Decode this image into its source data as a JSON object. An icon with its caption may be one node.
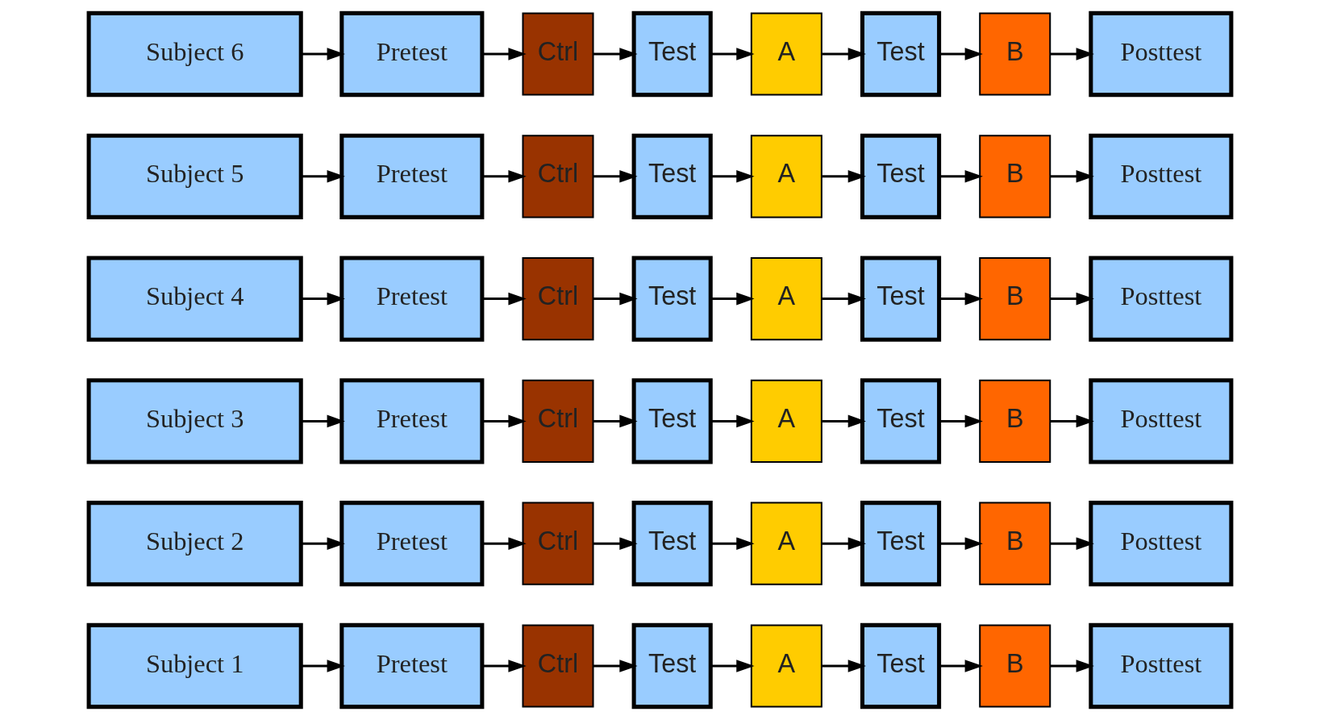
{
  "diagram": {
    "nodes": [
      {
        "text": [
          "Subject 1"
        ]
      },
      {
        "text": [
          "Pretest"
        ]
      },
      {
        "text": [
          "Ctrl"
        ]
      },
      {
        "text": [
          "Test"
        ]
      },
      {
        "text": [
          "A"
        ]
      },
      {
        "text": [
          "Test"
        ]
      },
      {
        "text": [
          "B"
        ]
      },
      {
        "text": [
          "Posttest"
        ]
      },
      {
        "text": [
          "Subject 2"
        ]
      },
      {
        "text": [
          "Pretest"
        ]
      },
      {
        "text": [
          "Ctrl"
        ]
      },
      {
        "text": [
          "Test"
        ]
      },
      {
        "text": [
          "A"
        ]
      },
      {
        "text": [
          "Test"
        ]
      },
      {
        "text": [
          "B"
        ]
      },
      {
        "text": [
          "Posttest"
        ]
      },
      {
        "text": [
          "Subject 3"
        ]
      },
      {
        "text": [
          "Pretest"
        ]
      },
      {
        "text": [
          "Ctrl"
        ]
      },
      {
        "text": [
          "Test"
        ]
      },
      {
        "text": [
          "A"
        ]
      },
      {
        "text": [
          "Test"
        ]
      },
      {
        "text": [
          "B"
        ]
      },
      {
        "text": [
          "Posttest"
        ]
      },
      {
        "text": [
          "Subject 4"
        ]
      },
      {
        "text": [
          "Pretest"
        ]
      },
      {
        "text": [
          "Ctrl"
        ]
      },
      {
        "text": [
          "Test"
        ]
      },
      {
        "text": [
          "A"
        ]
      },
      {
        "text": [
          "Test"
        ]
      },
      {
        "text": [
          "B"
        ]
      },
      {
        "text": [
          "Posttest"
        ]
      },
      {
        "text": [
          "Subject 5"
        ]
      },
      {
        "text": [
          "Pretest"
        ]
      },
      {
        "text": [
          "Ctrl"
        ]
      },
      {
        "text": [
          "Test"
        ]
      },
      {
        "text": [
          "A"
        ]
      },
      {
        "text": [
          "Test"
        ]
      },
      {
        "text": [
          "B"
        ]
      },
      {
        "text": [
          "Posttest"
        ]
      },
      {
        "text": [
          "Subject 6"
        ]
      },
      {
        "text": [
          "Pretest"
        ]
      },
      {
        "text": [
          "Ctrl"
        ]
      },
      {
        "text": [
          "Test"
        ]
      },
      {
        "text": [
          "A"
        ]
      },
      {
        "text": [
          "Test"
        ]
      },
      {
        "text": [
          "B"
        ]
      },
      {
        "text": [
          "Posttest"
        ]
      }
    ],
    "edges": [
      {
        "from": 0,
        "to": 1,
        "arrow": "to"
      },
      {
        "from": 1,
        "to": 2,
        "arrow": "to"
      },
      {
        "from": 2,
        "to": 3,
        "arrow": "to"
      },
      {
        "from": 3,
        "to": 4,
        "arrow": "to"
      },
      {
        "from": 4,
        "to": 5,
        "arrow": "to"
      },
      {
        "from": 5,
        "to": 6,
        "arrow": "to"
      },
      {
        "from": 6,
        "to": 7,
        "arrow": "to"
      },
      {
        "from": 8,
        "to": 9,
        "arrow": "to"
      },
      {
        "from": 9,
        "to": 10,
        "arrow": "to"
      },
      {
        "from": 10,
        "to": 11,
        "arrow": "to"
      },
      {
        "from": 11,
        "to": 12,
        "arrow": "to"
      },
      {
        "from": 12,
        "to": 13,
        "arrow": "to"
      },
      {
        "from": 13,
        "to": 14,
        "arrow": "to"
      },
      {
        "from": 14,
        "to": 15,
        "arrow": "to"
      },
      {
        "from": 16,
        "to": 17,
        "arrow": "to"
      },
      {
        "from": 17,
        "to": 18,
        "arrow": "to"
      },
      {
        "from": 18,
        "to": 19,
        "arrow": "to"
      },
      {
        "from": 19,
        "to": 20,
        "arrow": "to"
      },
      {
        "from": 20,
        "to": 21,
        "arrow": "to"
      },
      {
        "from": 21,
        "to": 22,
        "arrow": "to"
      },
      {
        "from": 22,
        "to": 23,
        "arrow": "to"
      },
      {
        "from": 24,
        "to": 25,
        "arrow": "to"
      },
      {
        "from": 25,
        "to": 26,
        "arrow": "to"
      },
      {
        "from": 26,
        "to": 27,
        "arrow": "to"
      },
      {
        "from": 27,
        "to": 28,
        "arrow": "to"
      },
      {
        "from": 28,
        "to": 29,
        "arrow": "to"
      },
      {
        "from": 29,
        "to": 30,
        "arrow": "to"
      },
      {
        "from": 30,
        "to": 31,
        "arrow": "to"
      },
      {
        "from": 32,
        "to": 33,
        "arrow": "to"
      },
      {
        "from": 33,
        "to": 34,
        "arrow": "to"
      },
      {
        "from": 34,
        "to": 35,
        "arrow": "to"
      },
      {
        "from": 35,
        "to": 36,
        "arrow": "to"
      },
      {
        "from": 36,
        "to": 37,
        "arrow": "to"
      },
      {
        "from": 37,
        "to": 38,
        "arrow": "to"
      },
      {
        "from": 38,
        "to": 39,
        "arrow": "to"
      },
      {
        "from": 40,
        "to": 41,
        "arrow": "to"
      },
      {
        "from": 41,
        "to": 42,
        "arrow": "to"
      },
      {
        "from": 42,
        "to": 43,
        "arrow": "to"
      },
      {
        "from": 43,
        "to": 44,
        "arrow": "to"
      },
      {
        "from": 44,
        "to": 45,
        "arrow": "to"
      },
      {
        "from": 45,
        "to": 46,
        "arrow": "to"
      },
      {
        "from": 46,
        "to": 47,
        "arrow": "to"
      }
    ]
  }
}
